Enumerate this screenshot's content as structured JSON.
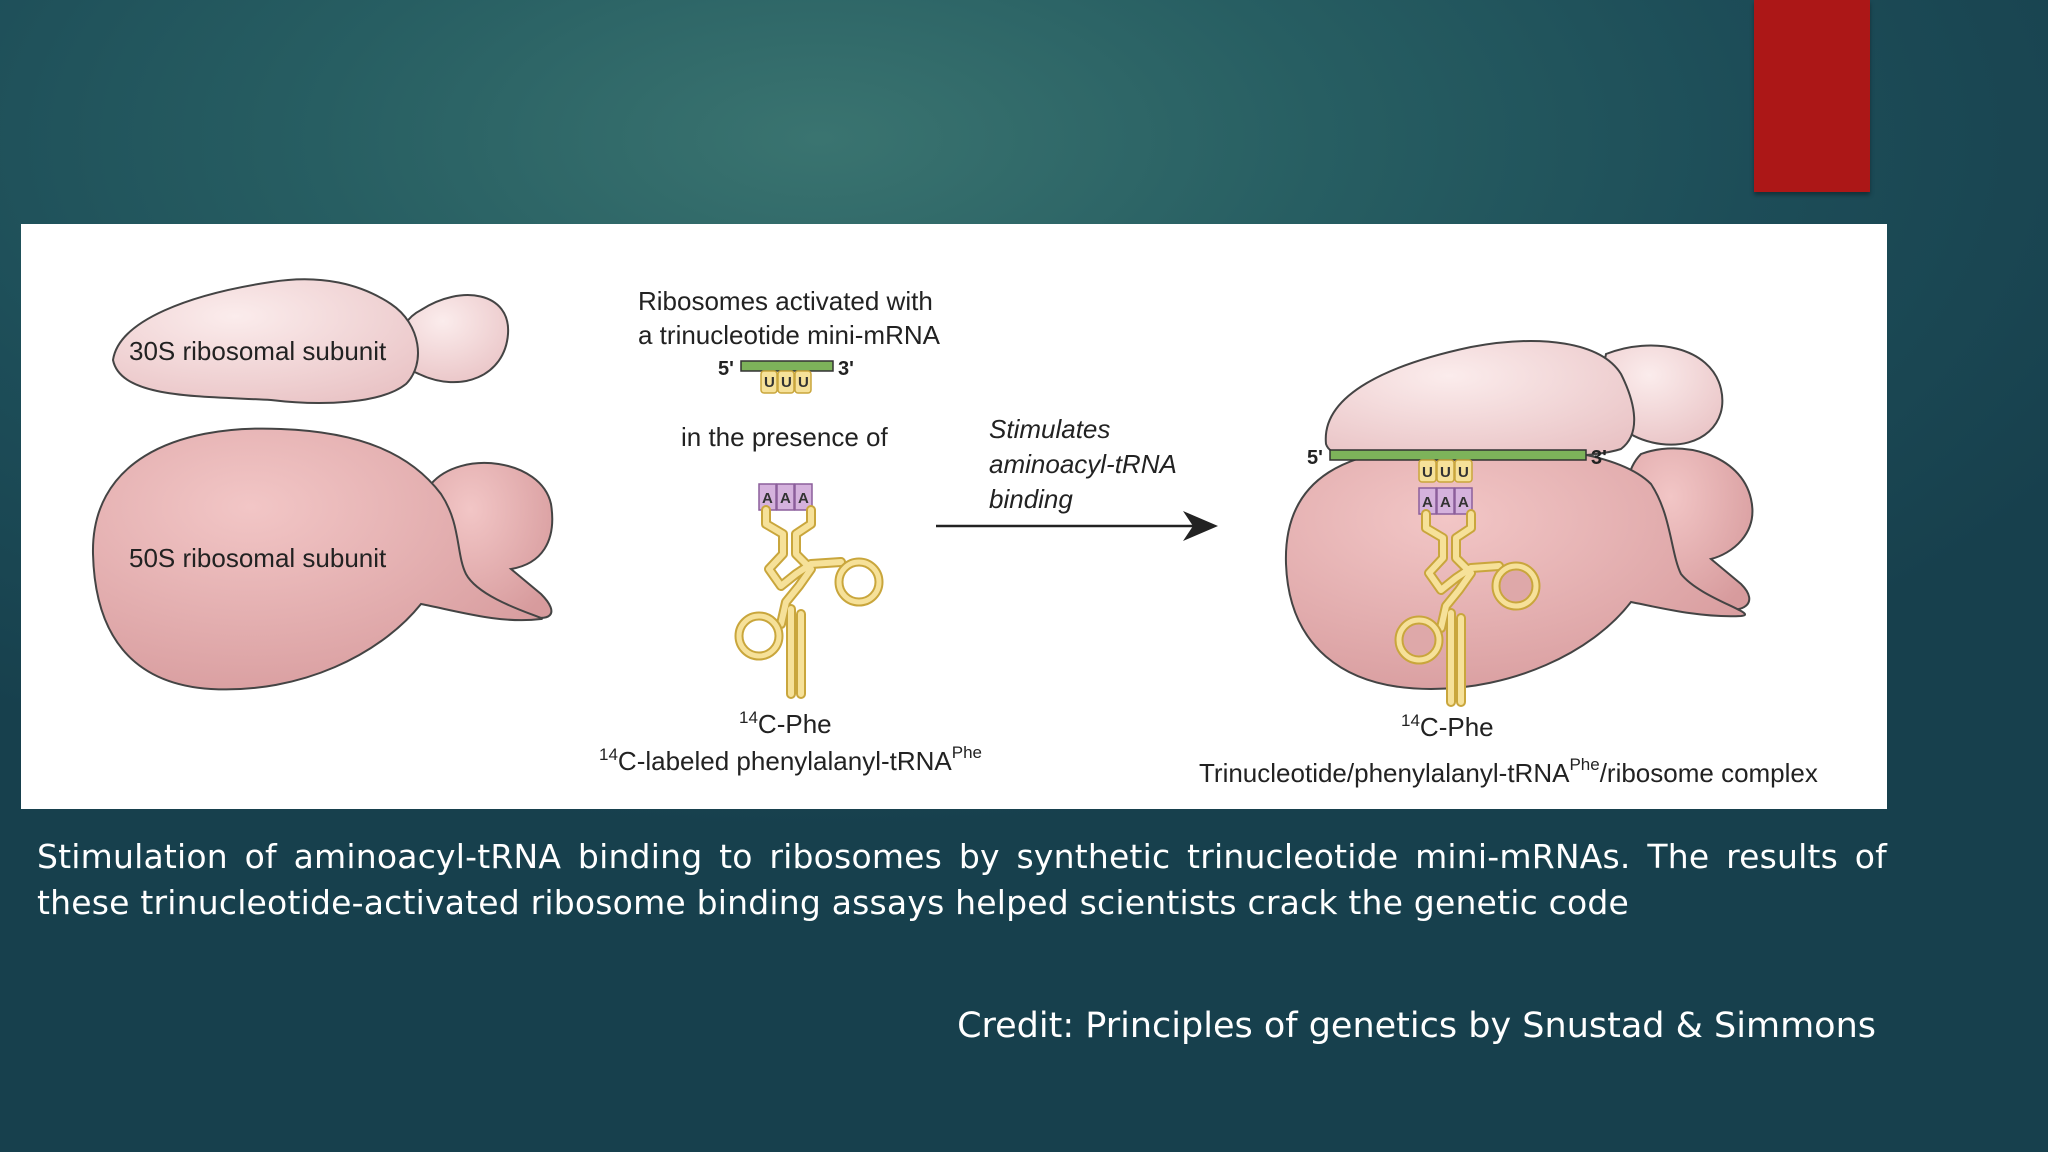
{
  "figure": {
    "subunit_30s_label": "30S ribosomal subunit",
    "subunit_50s_label": "50S ribosomal subunit",
    "activation_line1": "Ribosomes activated with",
    "activation_line2": "a trinucleotide mini-mRNA",
    "mrna_5prime": "5'",
    "mrna_3prime": "3'",
    "codon": [
      "U",
      "U",
      "U"
    ],
    "anticodon": [
      "A",
      "A",
      "A"
    ],
    "presence_label": "in the presence of",
    "arrow_line1": "Stimulates",
    "arrow_line2": "aminoacyl-tRNA",
    "arrow_line3": "binding",
    "c14_superscript": "14",
    "phe_label": "C-Phe",
    "trna_label_main": "C-labeled phenylalanyl-tRNA",
    "trna_label_sup": "Phe",
    "complex_label_pre": "Trinucleotide/phenylalanyl-tRNA",
    "complex_label_sup": "Phe",
    "complex_label_post": "/ribosome complex"
  },
  "caption": "Stimulation of aminoacyl-tRNA binding to ribosomes by synthetic trinucleotide mini-mRNAs. The results of these trinucleotide-activated ribosome binding assays helped scientists crack the genetic code",
  "credit": "Credit: Principles of genetics by Snustad & Simmons",
  "colors": {
    "subunit_30s": "#f1d3d4",
    "subunit_50s": "#dea8a9",
    "mrna": "#7db35a",
    "codon_box": "#f6e199",
    "anticodon_box": "#d5b2dd",
    "trna": "#e9cf4a",
    "accent_red": "#ac1717"
  }
}
